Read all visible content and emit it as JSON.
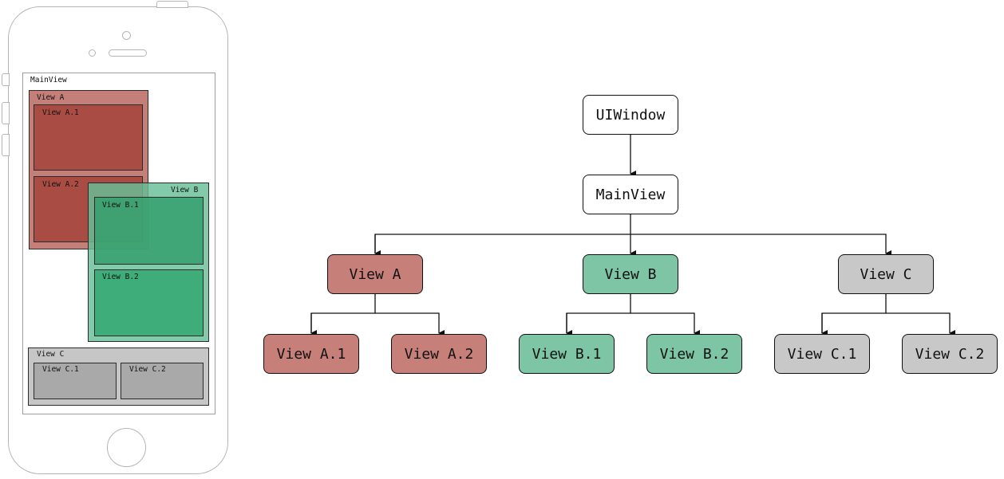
{
  "phone": {
    "main_label": "MainView",
    "view_a": "View A",
    "view_a1": "View A.1",
    "view_a2": "View A.2",
    "view_b": "View B",
    "view_b1": "View B.1",
    "view_b2": "View B.2",
    "view_c": "View C",
    "view_c1": "View C.1",
    "view_c2": "View C.2"
  },
  "tree": {
    "uiwindow": "UIWindow",
    "mainview": "MainView",
    "view_a": "View A",
    "view_b": "View B",
    "view_c": "View C",
    "view_a1": "View A.1",
    "view_a2": "View A.2",
    "view_b1": "View B.1",
    "view_b2": "View B.2",
    "view_c1": "View C.1",
    "view_c2": "View C.2"
  },
  "colors": {
    "red": "#c77f7a",
    "green": "#7dc5a5",
    "grey": "#c8c8c8"
  }
}
